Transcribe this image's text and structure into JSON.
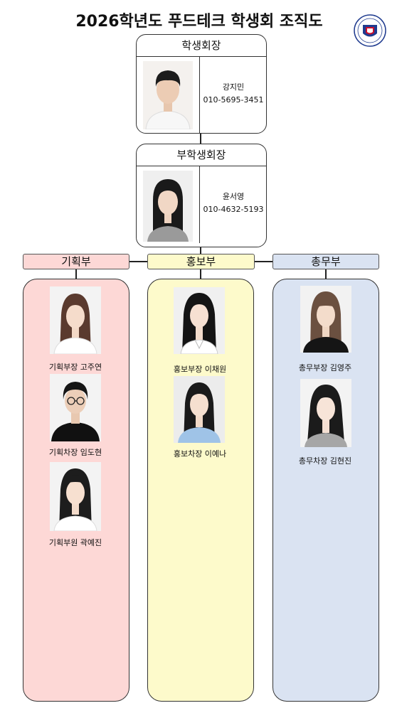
{
  "title": "2026학년도 푸드테크 학생회 조직도",
  "logo": {
    "icon": "university-seal-icon",
    "brand_color": "#1f3b8f",
    "accent_color": "#c8102e"
  },
  "president": {
    "role": "학생회장",
    "name": "강지민",
    "phone": "010-5695-3451"
  },
  "vice_president": {
    "role": "부학생회장",
    "name": "윤서영",
    "phone": "010-4632-5193"
  },
  "departments": [
    {
      "name": "기획부",
      "color": "#fdd8d6",
      "members": [
        {
          "label": "기획부장 고주연"
        },
        {
          "label": "기획차장 임도현"
        },
        {
          "label": "기획부원 곽예진"
        }
      ]
    },
    {
      "name": "홍보부",
      "color": "#fdfacb",
      "members": [
        {
          "label": "홍보부장 이채원"
        },
        {
          "label": "홍보차장 이예나"
        }
      ]
    },
    {
      "name": "총무부",
      "color": "#dae3f2",
      "members": [
        {
          "label": "총무부장 김영주"
        },
        {
          "label": "총무차장 김현진"
        }
      ]
    }
  ]
}
